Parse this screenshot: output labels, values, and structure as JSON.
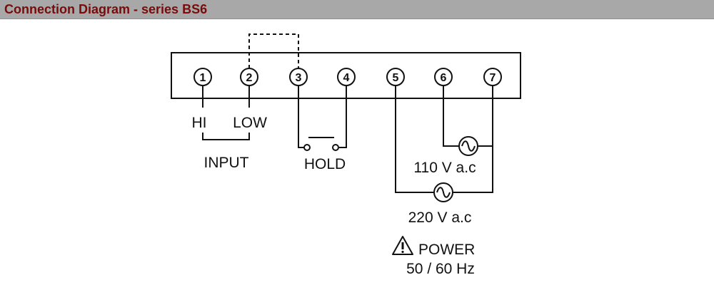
{
  "header": {
    "title": "Connection Diagram - series BS6"
  },
  "colors": {
    "header_bg": "#a8a8a8",
    "title_text": "#7a0b0b",
    "line": "#111111"
  },
  "terminals": [
    "1",
    "2",
    "3",
    "4",
    "5",
    "6",
    "7"
  ],
  "labels": {
    "hi": "HI",
    "low": "LOW",
    "input": "INPUT",
    "hold": "HOLD",
    "v110": "110 V a.c",
    "v220": "220 V a.c",
    "power": "POWER",
    "freq": "50 / 60 Hz"
  },
  "icons": {
    "warning": "warning-triangle-icon",
    "ac_source": "ac-sine-source-icon",
    "switch": "push-button-switch-icon"
  }
}
